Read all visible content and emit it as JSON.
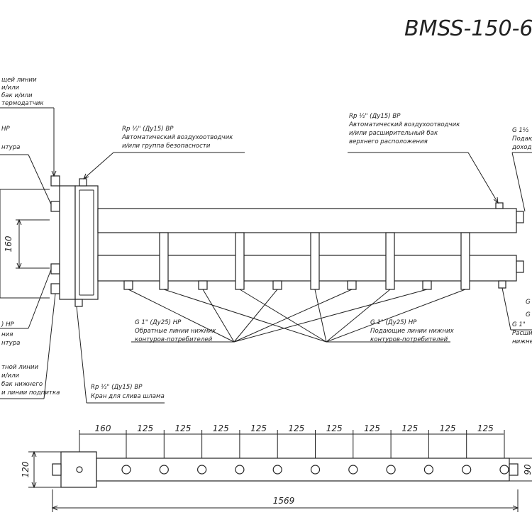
{
  "title": "BMSS-150-6",
  "callouts": {
    "left_top": [
      "щей линии",
      "и/или",
      "бак и/или",
      "термодатчик"
    ],
    "left_mid": [
      "НР",
      "",
      "нтура"
    ],
    "left_low": [
      ") НР",
      "ния",
      "нтура"
    ],
    "left_bottom": [
      "тной линии",
      "и/или",
      "бак нижнего",
      "и линии подпитка"
    ],
    "air_vent_left": [
      "Rp ½\" (Ду15) ВР",
      "Автоматический воздухоотводчик",
      "и/или группа безопасности"
    ],
    "air_vent_right": [
      "Rp ½\" (Ду15) ВР",
      "Автоматический воздухоотводчик",
      "и/или расширительный бак",
      "верхнего расположения"
    ],
    "drain": [
      "Rp ½\" (Ду15) ВР",
      "Кран для слива шлама"
    ],
    "return_lines": [
      "G 1\" (Ду25) НР",
      "Обратные линии нижних",
      "контуров-потребителей"
    ],
    "supply_lines": [
      "G 1\" (Ду25) НР",
      "Подающие линии нижних",
      "контуров-потребителей"
    ],
    "right_top": [
      "G 1½",
      "Подающ",
      "доход"
    ],
    "right_mid": [
      "G",
      "G"
    ],
    "right_low": [
      "G 1\"",
      "Расши",
      "нижнег"
    ]
  },
  "dimensions": {
    "side_gap": "160",
    "first_spacing": "160",
    "spacing": [
      "125",
      "125",
      "125",
      "125",
      "125",
      "125",
      "125",
      "125",
      "125",
      "125"
    ],
    "height_left": "120",
    "height_right": "90",
    "total_length": "1569"
  }
}
